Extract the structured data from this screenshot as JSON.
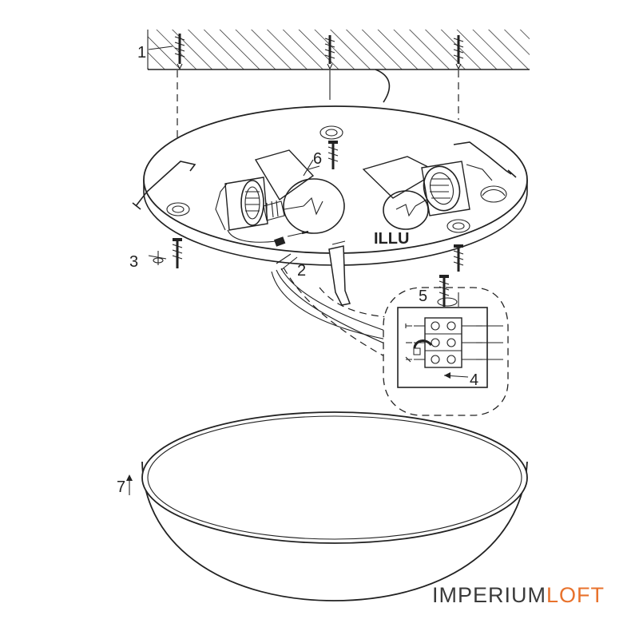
{
  "labels": {
    "part1": "1",
    "part2": "2",
    "part3": "3",
    "part4": "4",
    "part5": "5",
    "part6": "6",
    "part7": "7",
    "illu": "ILLU"
  },
  "watermark": {
    "first": "IMPERIUM",
    "second": "LOFT",
    "color_first": "#3a3a3a",
    "color_second": "#e8722c"
  }
}
